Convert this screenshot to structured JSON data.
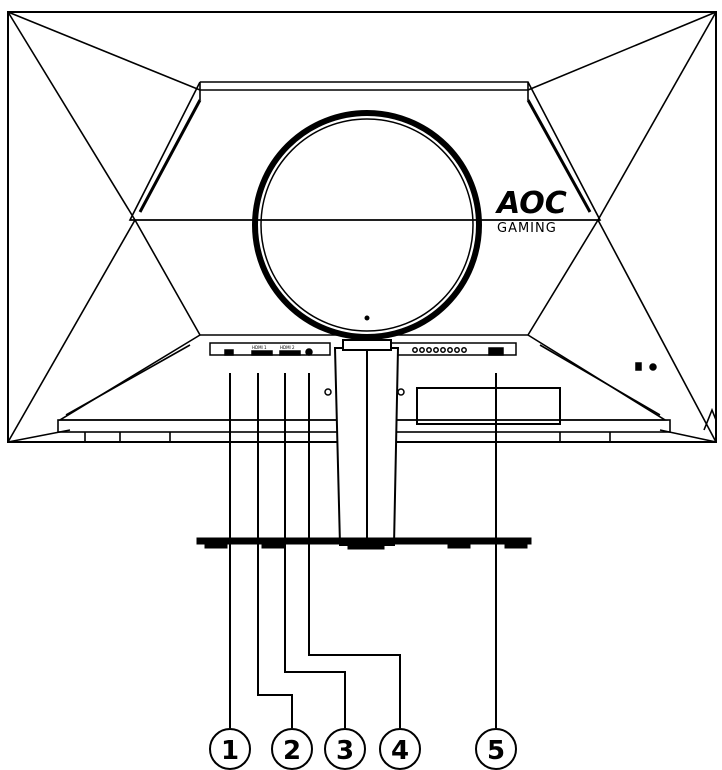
{
  "logo": {
    "brand": "AOC",
    "tagline": "GAMING"
  },
  "ports": [
    {
      "number": "1",
      "label": ""
    },
    {
      "number": "2",
      "label": "HDMI 1"
    },
    {
      "number": "3",
      "label": "HDMI 2"
    },
    {
      "number": "4",
      "label": ""
    },
    {
      "number": "5",
      "label": ""
    }
  ]
}
